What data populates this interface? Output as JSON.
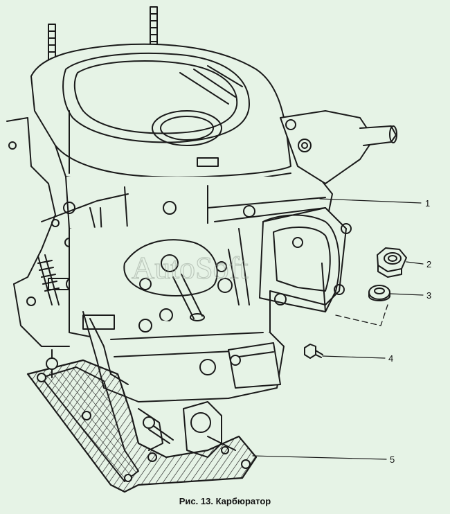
{
  "figure": {
    "caption": "Рис. 13. Карбюратор",
    "watermark": "AutoSoft",
    "background": "#e6f3e6",
    "line_color": "#1a1a1a"
  },
  "callouts": [
    {
      "label": "1"
    },
    {
      "label": "2"
    },
    {
      "label": "3"
    },
    {
      "label": "4"
    },
    {
      "label": "5"
    }
  ]
}
